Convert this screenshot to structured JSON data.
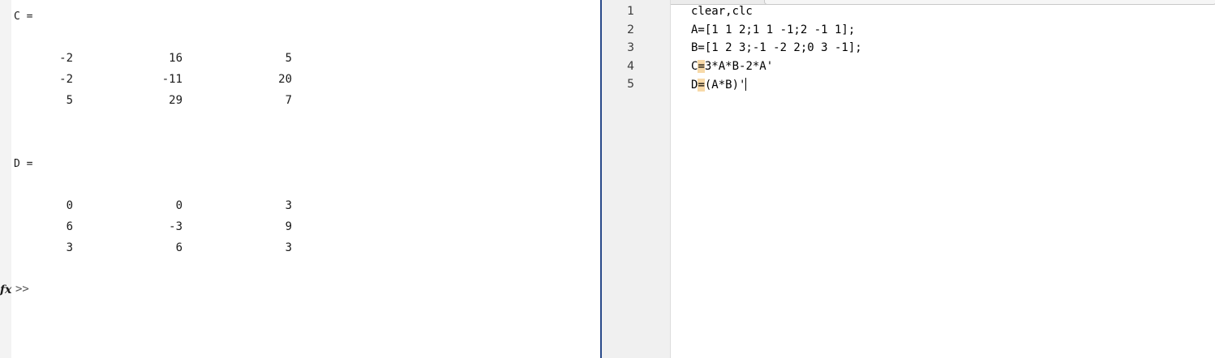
{
  "command_window": {
    "matrices": [
      {
        "name": "C =",
        "rows": [
          [
            "-2",
            "16",
            "5"
          ],
          [
            "-2",
            "-11",
            "20"
          ],
          [
            "5",
            "29",
            "7"
          ]
        ]
      },
      {
        "name": "D =",
        "rows": [
          [
            "0",
            "0",
            "3"
          ],
          [
            "6",
            "-3",
            "9"
          ],
          [
            "3",
            "6",
            "3"
          ]
        ]
      }
    ],
    "fx_icon": "fx-icon",
    "prompt": ">>"
  },
  "editor": {
    "lines": [
      {
        "num": "1",
        "text": "clear,clc"
      },
      {
        "num": "2",
        "text": "A=[1 1 2;1 1 -1;2 -1 1];"
      },
      {
        "num": "3",
        "text": "B=[1 2 3;-1 -2 2;0 3 -1];"
      },
      {
        "num": "4",
        "pre": "C",
        "mark": "=",
        "post": "3*A*B-2*A'"
      },
      {
        "num": "5",
        "pre": "D",
        "mark": "=",
        "post": "(A*B)'"
      }
    ]
  },
  "colors": {
    "divider": "#2a4a8a",
    "highlight": "#f7d9a8"
  }
}
